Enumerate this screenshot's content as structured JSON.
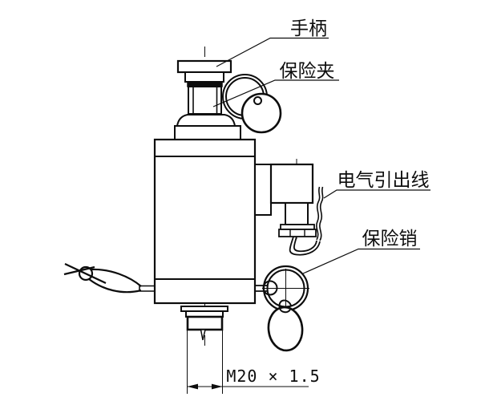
{
  "drawing": {
    "type": "engineering-line-drawing",
    "background": "#ffffff",
    "line_color": "#0d0d0d",
    "labels": {
      "handle": "手柄",
      "safety_clip": "保险夹",
      "electrical_lead_wire": "电气引出线",
      "safety_pin": "保险销"
    },
    "dimension": {
      "thread_spec": "M20 × 1.5"
    }
  }
}
